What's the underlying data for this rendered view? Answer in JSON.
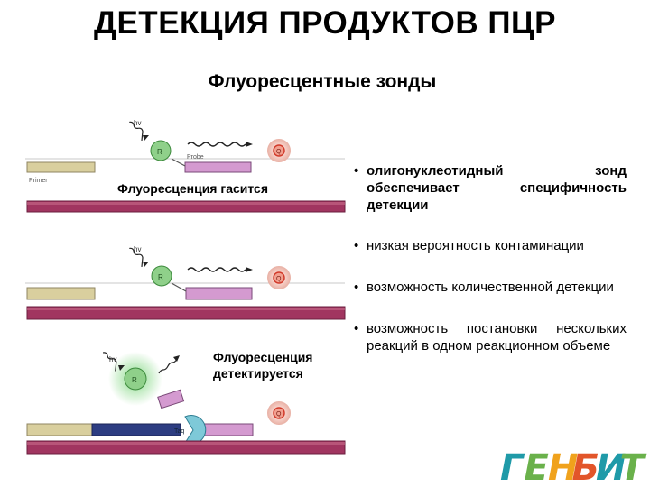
{
  "title": "ДЕТЕКЦИЯ ПРОДУКТОВ ПЦР",
  "subtitle": "Флуоресцентные зонды",
  "diagram": {
    "label_quenched": "Флуоресценция гасится",
    "label_detected_line1": "Флуоресценция",
    "label_detected_line2": "детектируется",
    "hv": "hv",
    "primer": "Primer",
    "probe": "Probe",
    "reporter": "R",
    "quencher": "Q",
    "taq": "Taq"
  },
  "bullets": [
    "олигонуклеотидный зонд обеспечивает специфичность детекции",
    "низкая вероятность контаминации",
    "возможность количественной детекции",
    "возможность постановки нескольких реакций в одном реакционном объеме"
  ],
  "logo": {
    "text": "ГЕНБИТ",
    "colors": [
      "#1f9aa8",
      "#6ab14b",
      "#f0a21c",
      "#e2552a",
      "#1f9aa8",
      "#6ab14b"
    ]
  }
}
